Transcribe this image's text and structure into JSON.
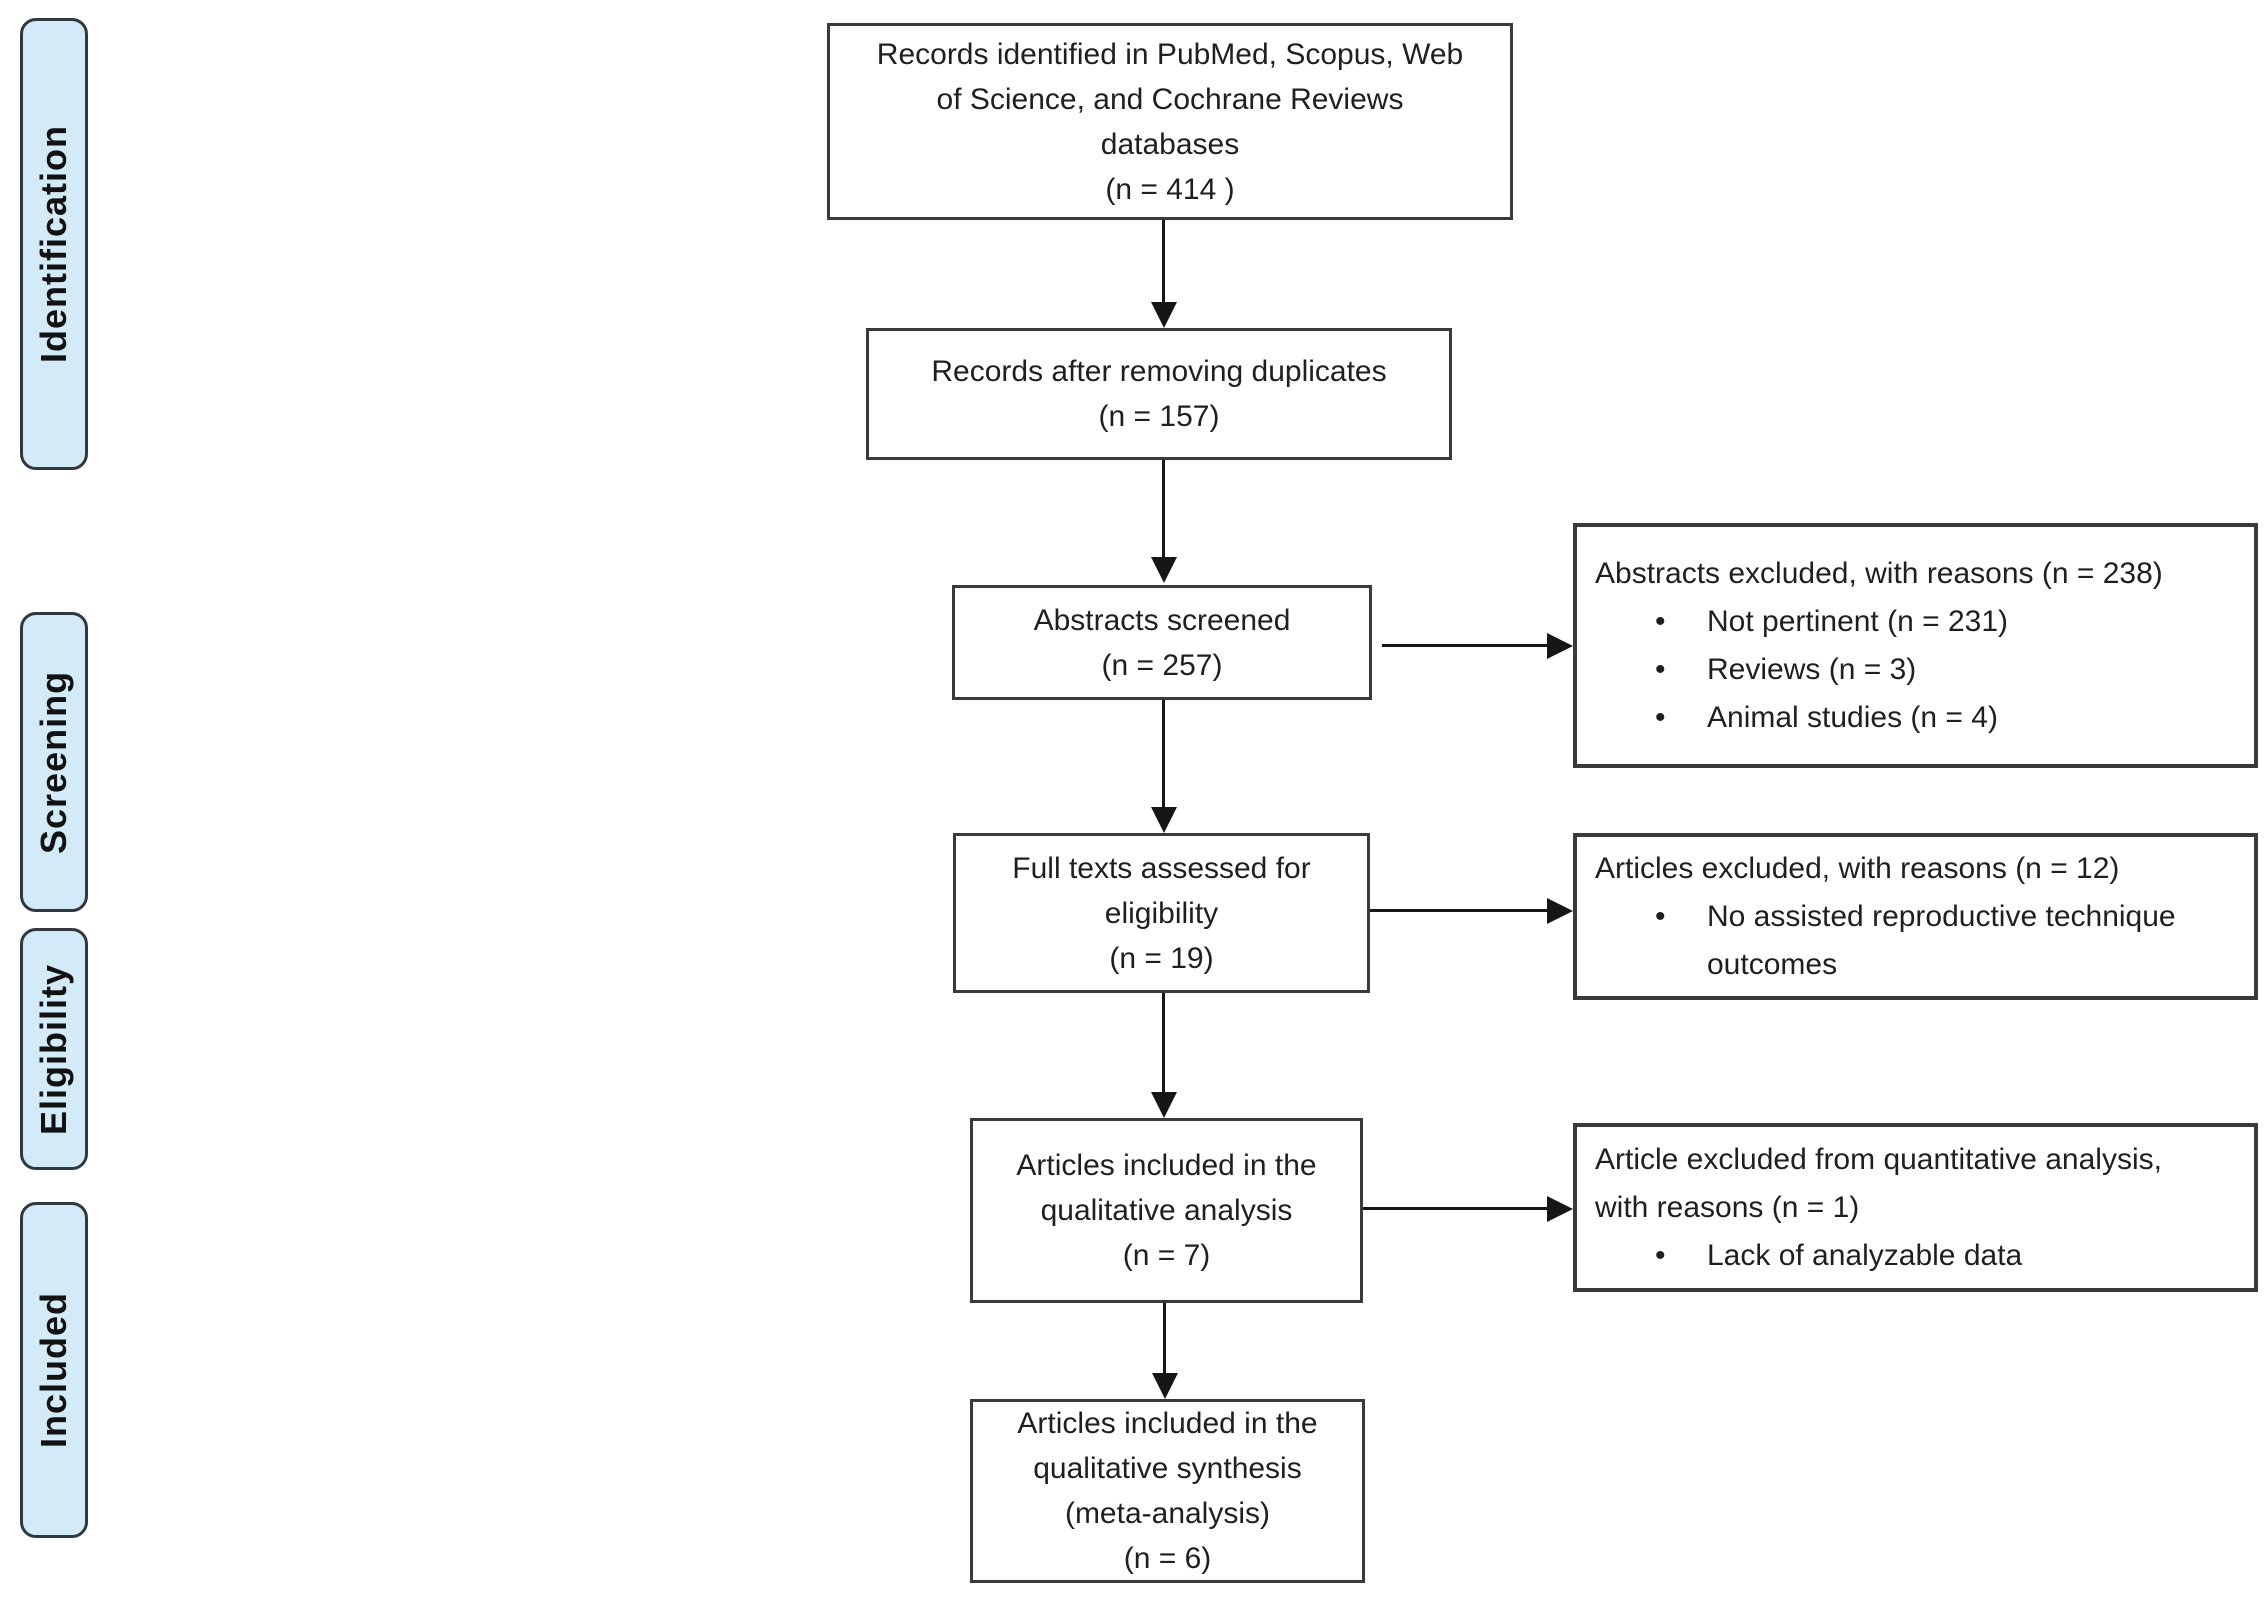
{
  "sidebar": {
    "stages": [
      {
        "label": "Identification"
      },
      {
        "label": "Screening"
      },
      {
        "label": "Eligibility"
      },
      {
        "label": "Included"
      }
    ]
  },
  "flow": {
    "boxes": [
      {
        "label": "Records identified in PubMed, Scopus, Web\nof Science, and Cochrane Reviews\ndatabases",
        "count": "(n = 414 )"
      },
      {
        "label": "Records after removing duplicates",
        "count": "(n = 157)"
      },
      {
        "label": "Abstracts screened",
        "count": "(n = 257)"
      },
      {
        "label": "Full texts assessed for\neligibility",
        "count": "(n = 19)"
      },
      {
        "label": "Articles included in the\nqualitative analysis",
        "count": "(n = 7)"
      },
      {
        "label": "Articles included in the\nqualitative synthesis\n(meta-analysis)",
        "count": "(n = 6)"
      }
    ]
  },
  "exclusions": {
    "boxes": [
      {
        "heading": "Abstracts excluded, with reasons (n = 238)",
        "bullets": [
          "Not pertinent (n = 231)",
          "Reviews (n = 3)",
          "Animal studies (n = 4)"
        ]
      },
      {
        "heading": "Articles excluded, with reasons (n = 12)",
        "bullets": [
          "No assisted reproductive technique\noutcomes"
        ]
      },
      {
        "heading": "Article excluded from quantitative analysis,\nwith reasons (n = 1)",
        "bullets": [
          "Lack of analyzable data"
        ]
      }
    ]
  },
  "colors": {
    "stage_fill": "#d3eaf8",
    "stage_border": "#32383f",
    "box_border": "#3a3a3a",
    "arrow": "#161616",
    "text": "#1f1f1f"
  }
}
